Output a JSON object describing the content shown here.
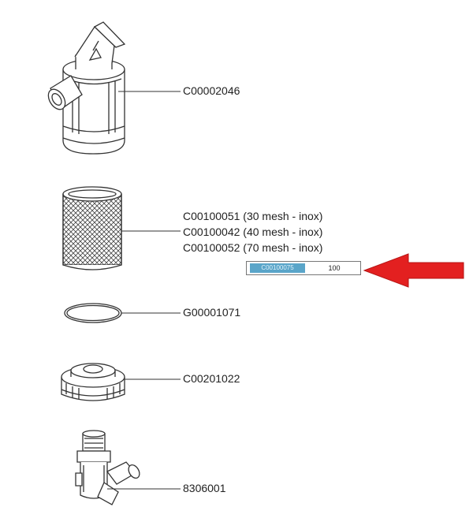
{
  "parts": [
    {
      "code": "C00002046"
    },
    {
      "codes": [
        "C00100051 (30 mesh - inox)",
        "C00100042 (40 mesh - inox)",
        "C00100052 (70 mesh - inox)"
      ]
    },
    {
      "code": "G00001071"
    },
    {
      "code": "C00201022"
    },
    {
      "code": "8306001"
    }
  ],
  "callout": {
    "code": "C00100075",
    "qty": "100"
  },
  "colors": {
    "arrow": "#e32020",
    "highlight": "#5aa5c9",
    "line": "#333333"
  }
}
